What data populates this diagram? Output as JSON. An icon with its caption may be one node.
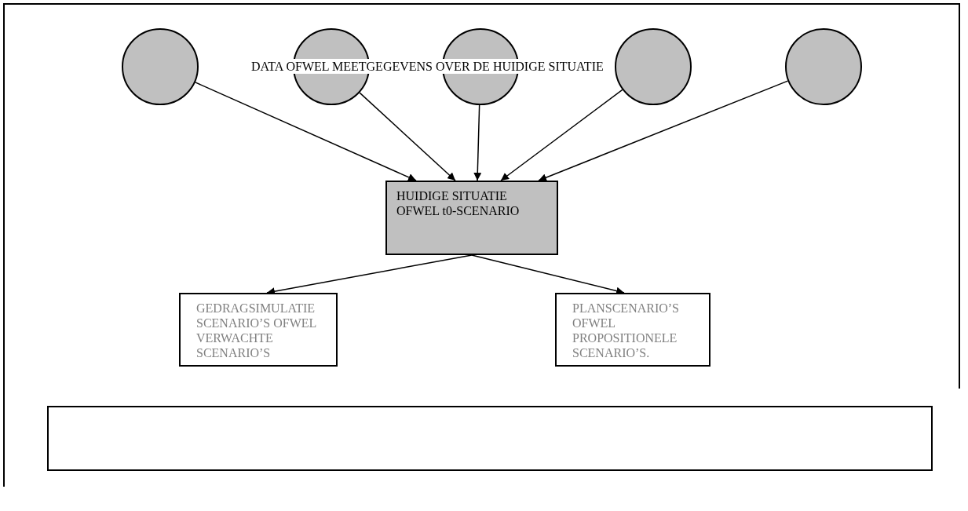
{
  "diagram": {
    "nodes": [
      {
        "text": [],
        "shape": "circle"
      },
      {
        "text": [],
        "shape": "circle"
      },
      {
        "text": [],
        "shape": "circle"
      },
      {
        "text": [],
        "shape": "circle"
      },
      {
        "text": [],
        "shape": "circle"
      },
      {
        "text": [
          "HUIDIGE SITUATIE OFWEL t0-SCENARIO"
        ]
      },
      {
        "text": [
          "GEDRAGSIMULATIE SCENARIO’S OFWEL VERWACHTE SCENARIO’S"
        ]
      },
      {
        "text": [
          "PLANSCENARIO’S OFWEL PROPOSITIONELE SCENARIO’S."
        ]
      },
      {
        "text": [],
        "shape": "box"
      }
    ],
    "edges": [
      {
        "from": 0,
        "to": 5,
        "arrow": "to"
      },
      {
        "from": 1,
        "to": 5,
        "arrow": "to"
      },
      {
        "from": 2,
        "to": 5,
        "arrow": "to"
      },
      {
        "from": 3,
        "to": 5,
        "arrow": "to"
      },
      {
        "from": 4,
        "to": 5,
        "arrow": "to"
      },
      {
        "from": 5,
        "to": 6,
        "arrow": "to"
      },
      {
        "from": 5,
        "to": 7,
        "arrow": "to"
      }
    ],
    "labels": [
      "DATA OFWEL MEETGEGEVENS OVER DE HUIDIGE SITUATIE"
    ]
  }
}
